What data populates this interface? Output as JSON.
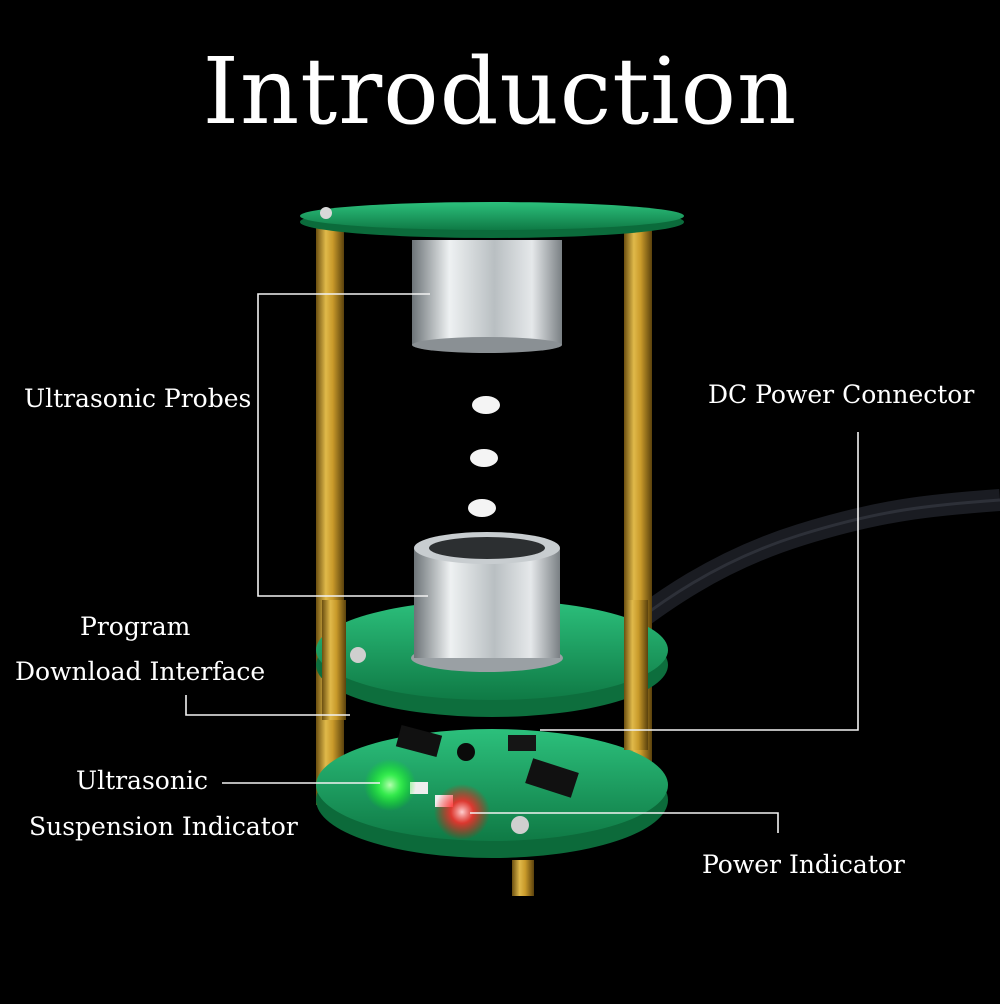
{
  "title": "Introduction",
  "callouts": {
    "ultrasonic_probes": "Ultrasonic Probes",
    "dc_power_connector": "DC Power Connector",
    "program_line1": "Program",
    "program_line2": "Download Interface",
    "suspension_line1": "Ultrasonic",
    "suspension_line2": "Suspension Indicator",
    "power_indicator": "Power Indicator"
  },
  "colors": {
    "background": "#000000",
    "pcb_green": "#1fa86a",
    "brass": "#c9a233",
    "led_green": "#4dff5a",
    "led_red": "#ff2a2a"
  }
}
